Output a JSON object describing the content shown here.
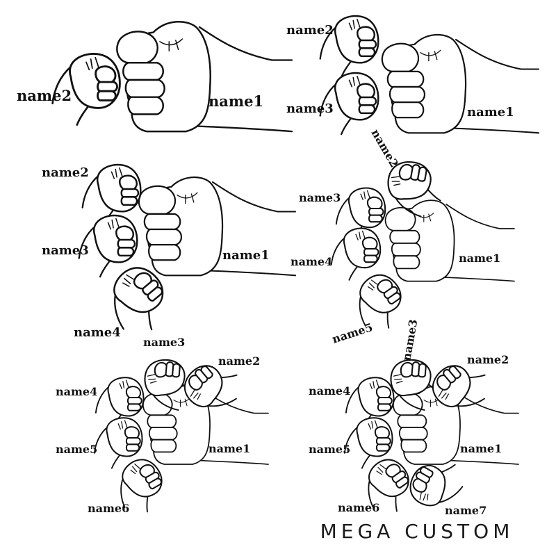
{
  "brand": "MEGA CUSTOM",
  "panels": [
    {
      "id": "2",
      "labels": {
        "name1": "name1",
        "name2": "name2"
      }
    },
    {
      "id": "3",
      "labels": {
        "name1": "name1",
        "name2": "name2",
        "name3": "name3"
      }
    },
    {
      "id": "4",
      "labels": {
        "name1": "name1",
        "name2": "name2",
        "name3": "name3",
        "name4": "name4"
      }
    },
    {
      "id": "5",
      "labels": {
        "name1": "name1",
        "name2": "name2",
        "name3": "name3",
        "name4": "name4",
        "name5": "name5"
      }
    },
    {
      "id": "6",
      "labels": {
        "name1": "name1",
        "name2": "name2",
        "name3": "name3",
        "name4": "name4",
        "name5": "name5",
        "name6": "name6"
      }
    },
    {
      "id": "7",
      "labels": {
        "name1": "name1",
        "name2": "name2",
        "name3": "name3",
        "name4": "name4",
        "name5": "name5",
        "name6": "name6",
        "name7": "name7"
      }
    }
  ]
}
